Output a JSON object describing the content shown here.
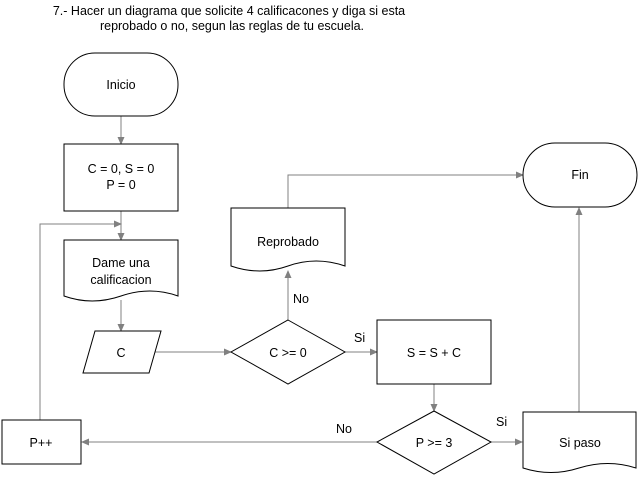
{
  "title": {
    "line1": "7.- Hacer un diagrama que solicite 4 calificacones y diga si esta",
    "line2": "reprobado o no, segun las reglas de tu escuela."
  },
  "nodes": {
    "inicio": "Inicio",
    "init_line1": "C = 0, S = 0",
    "init_line2": "P = 0",
    "dame_line1": "Dame una",
    "dame_line2": "calificacion",
    "input_c": "C",
    "decision_c": "C >= 0",
    "reprobado": "Reprobado",
    "suma": "S = S + C",
    "decision_p": "P >= 3",
    "incremento": "P++",
    "si_paso": "Si paso",
    "fin": "Fin"
  },
  "edge_labels": {
    "c_no": "No",
    "c_si": "Si",
    "p_no": "No",
    "p_si": "Si"
  },
  "colors": {
    "stroke": "#000000",
    "connector": "#808080",
    "fill": "#ffffff"
  }
}
